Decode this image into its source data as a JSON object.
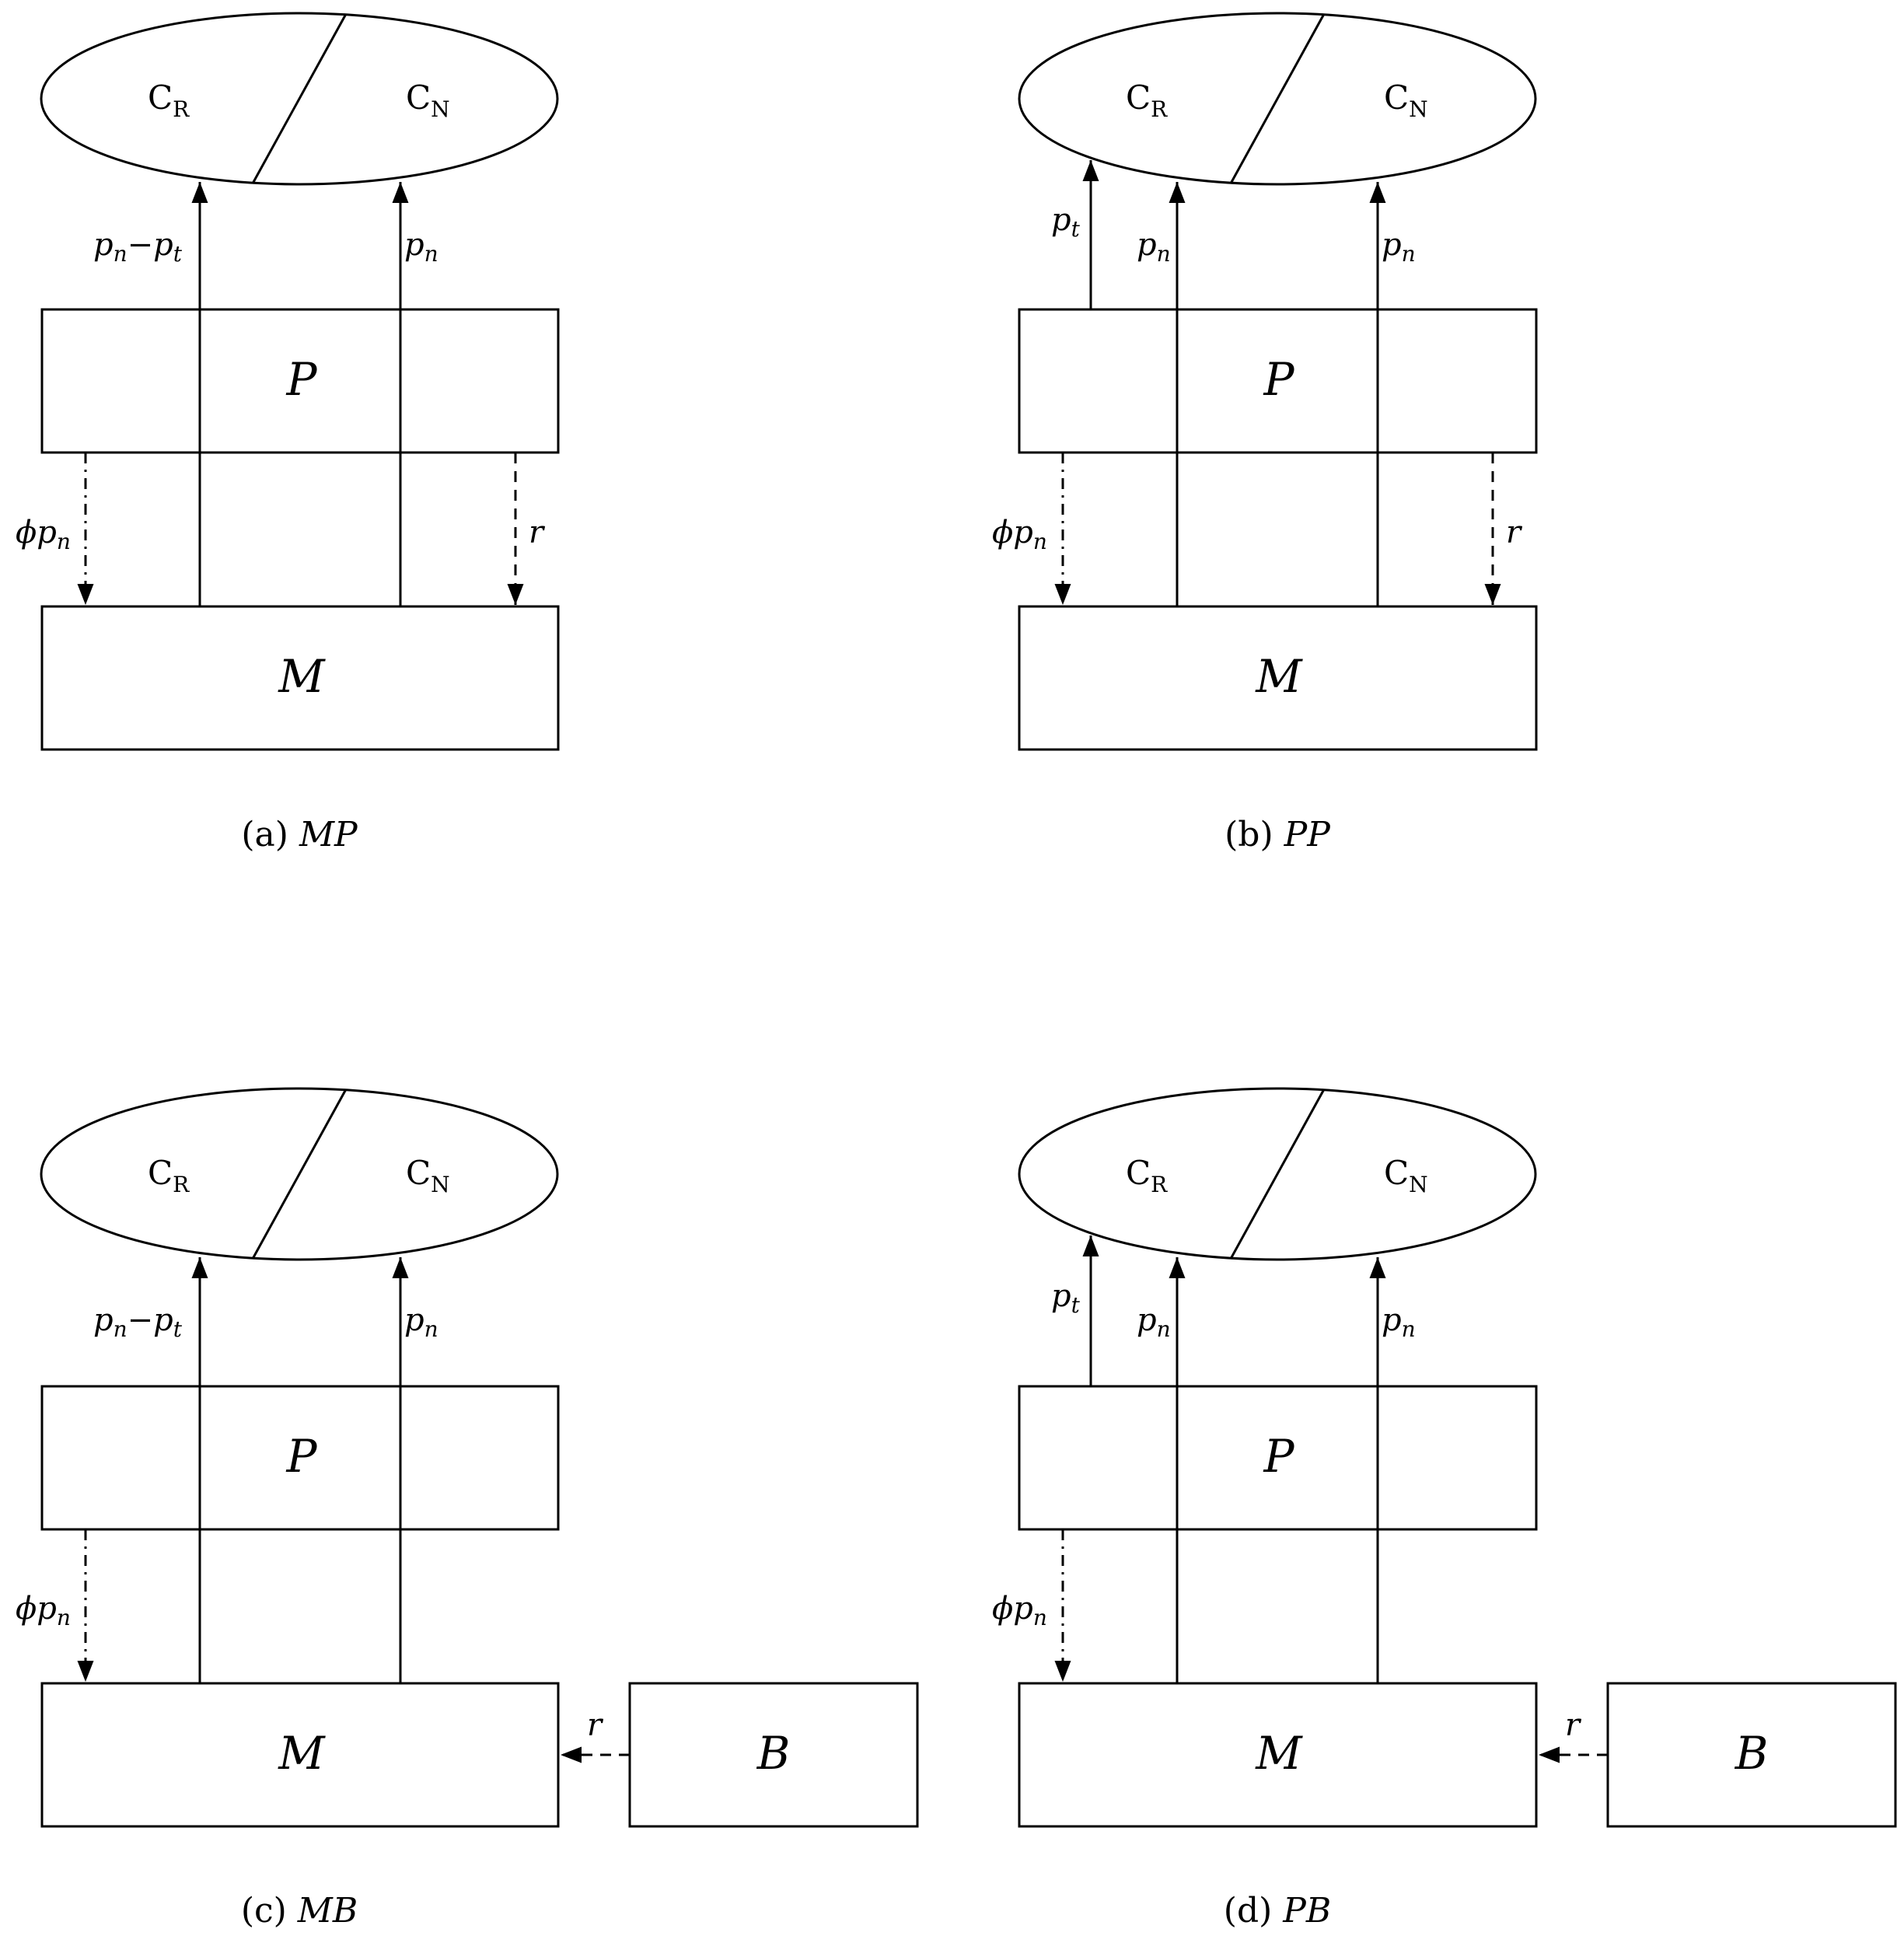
{
  "panels": [
    {
      "id": "a",
      "caption_prefix": "(a) ",
      "caption_model": "MP",
      "nodes": {
        "customers": {
          "left_base": "C",
          "left_sub": "R",
          "right_base": "C",
          "right_sub": "N"
        },
        "platform": "P",
        "manufacturer": "M"
      },
      "edges": {
        "to_cr_label": "p",
        "to_cr_label_sub": "n",
        "to_cr_label_rest": "−p",
        "to_cr_label_rest_sub": "t",
        "to_cn_label": "p",
        "to_cn_label_sub": "n",
        "commission_label": "ϕp",
        "commission_label_sub": "n",
        "recycle_label": "r"
      }
    },
    {
      "id": "b",
      "caption_prefix": "(b) ",
      "caption_model": "PP",
      "nodes": {
        "customers": {
          "left_base": "C",
          "left_sub": "R",
          "right_base": "C",
          "right_sub": "N"
        },
        "platform": "P",
        "manufacturer": "M"
      },
      "edges": {
        "platform_to_cr_label": "p",
        "platform_to_cr_label_sub": "t",
        "to_cr_label": "p",
        "to_cr_label_sub": "n",
        "to_cn_label": "p",
        "to_cn_label_sub": "n",
        "commission_label": "ϕp",
        "commission_label_sub": "n",
        "recycle_label": "r"
      }
    },
    {
      "id": "c",
      "caption_prefix": "(c) ",
      "caption_model": "MB",
      "nodes": {
        "customers": {
          "left_base": "C",
          "left_sub": "R",
          "right_base": "C",
          "right_sub": "N"
        },
        "platform": "P",
        "manufacturer": "M",
        "third_party": "B"
      },
      "edges": {
        "to_cr_label": "p",
        "to_cr_label_sub": "n",
        "to_cr_label_rest": "−p",
        "to_cr_label_rest_sub": "t",
        "to_cn_label": "p",
        "to_cn_label_sub": "n",
        "commission_label": "ϕp",
        "commission_label_sub": "n",
        "recycle_label": "r"
      }
    },
    {
      "id": "d",
      "caption_prefix": "(d) ",
      "caption_model": "PB",
      "nodes": {
        "customers": {
          "left_base": "C",
          "left_sub": "R",
          "right_base": "C",
          "right_sub": "N"
        },
        "platform": "P",
        "manufacturer": "M",
        "third_party": "B"
      },
      "edges": {
        "platform_to_cr_label": "p",
        "platform_to_cr_label_sub": "t",
        "to_cr_label": "p",
        "to_cr_label_sub": "n",
        "to_cn_label": "p",
        "to_cn_label_sub": "n",
        "commission_label": "ϕp",
        "commission_label_sub": "n",
        "recycle_label": "r"
      }
    }
  ]
}
